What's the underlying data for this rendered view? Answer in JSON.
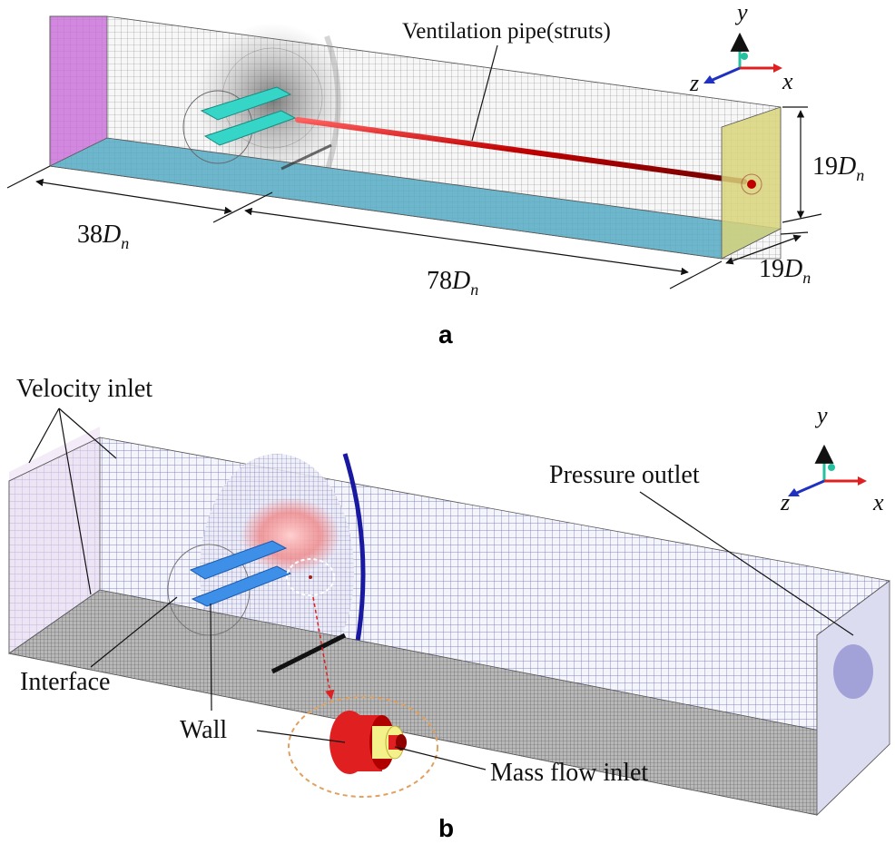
{
  "figure": {
    "panel_a": {
      "panel_label": "a",
      "pipe_label": "Ventilation pipe(struts)",
      "dim_upstream": {
        "coef": "38",
        "sym": "D",
        "sub": "n"
      },
      "dim_downstream": {
        "coef": "78",
        "sym": "D",
        "sub": "n"
      },
      "dim_height": {
        "coef": "19",
        "sym": "D",
        "sub": "n"
      },
      "dim_width": {
        "coef": "19",
        "sym": "D",
        "sub": "n"
      },
      "axes": {
        "y": "y",
        "z": "z",
        "x": "x"
      }
    },
    "panel_b": {
      "panel_label": "b",
      "velocity_inlet": "Velocity inlet",
      "pressure_outlet": "Pressure outlet",
      "interface": "Interface",
      "wall": "Wall",
      "mass_flow_inlet": "Mass flow inlet",
      "axes": {
        "y": "y",
        "z": "z",
        "x": "x"
      }
    }
  },
  "colors": {
    "inlet_face": "#c86cd8",
    "bottom_face": "#6db6cc",
    "outlet_face": "#d8d37a",
    "hydrofoil": "#35d6c8",
    "pipe": "#d01818",
    "mesh_b": "#5a5aa8",
    "bottom_b": "#9a9a9a",
    "hydrofoil_b": "#3d8fe8",
    "axis_y": "#25c0a0",
    "axis_x": "#e02020",
    "axis_z": "#2030c0"
  }
}
